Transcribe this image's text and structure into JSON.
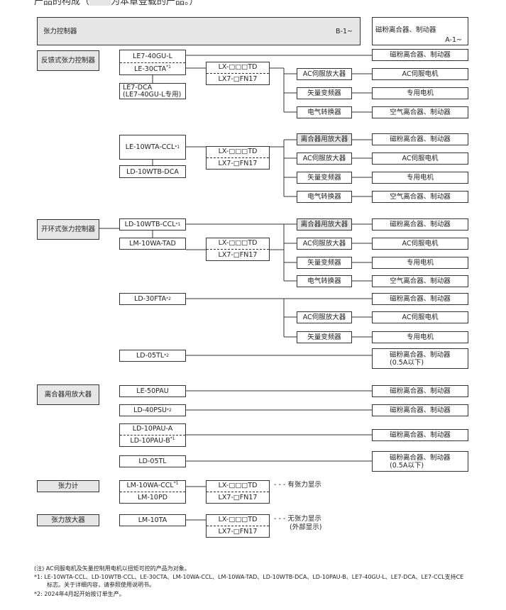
{
  "header": {
    "text_before": "产品的构成（",
    "text_after": "为本章登载的产品。）"
  },
  "top": {
    "tension_controller": "张力控制器",
    "tension_ref": "B-1~",
    "brake": "磁粉离合器、制动器",
    "brake_ref": "A-1~"
  },
  "categories": {
    "feedback": "反馈式张力控制器",
    "openloop": "开环式张力控制器",
    "clutch_amp": "离合器用放大器",
    "meter": "张力计",
    "tension_amp": "张力放大器"
  },
  "products": {
    "le7_40gu_l": "LE7-40GU-L",
    "le_30cta": "LE-30CTA",
    "le7_dca": "LE7-DCA",
    "le7_dca_note": "(LE7-40GU-L专用)",
    "le_10wta_ccl": "LE-10WTA-CCL",
    "ld_10wtb_dca": "LD-10WTB-DCA",
    "ld_10wtb_ccl": "LD-10WTB-CCL",
    "lm_10wa_tad": "LM-10WA-TAD",
    "ld_30fta": "LD-30FTA",
    "ld_05tl": "LD-05TL",
    "le_50pau": "LE-50PAU",
    "ld_40psu": "LD-40PSU",
    "ld_10pau_a": "LD-10PAU-A",
    "ld_10pau_b": "LD-10PAU-B",
    "ld_05tl_2": "LD-05TL",
    "lm_10wa_ccl": "LM-10WA-CCL",
    "lm_10pd": "LM-10PD",
    "lm_10ta": "LM-10TA"
  },
  "marks": {
    "s1": "*1",
    "s2": "*2"
  },
  "sensor": {
    "lx": "LX-□□□TD",
    "lx7": "LX7-□FN17"
  },
  "amps": {
    "clutch_amp": "离合器用放大器",
    "ac_servo": "AC伺服放大器",
    "vector": "矢量变频器",
    "ep": "电气转换器"
  },
  "outputs": {
    "brake": "磁粉离合器、制动器",
    "ac_motor": "AC伺服电机",
    "special_motor": "专用电机",
    "air_brake": "空气离合器、制动器",
    "brake_small": "磁粉离合器、制动器",
    "small_current": "(0.5A以下)"
  },
  "labels": {
    "with_display": "有张力显示",
    "no_display": "无张力显示",
    "external_display": "(外部显示)",
    "dashes": "- - -"
  },
  "notes": {
    "n0": "(注) AC伺服电机及矢量控制用电机以扭矩可控的产品为对象。",
    "n1_mark": "*1:",
    "n1_a": "LE-10WTA-CCL、LD-10WTB-CCL、LE-30CTA、LM-10WA-CCL、LM-10WA-TAD、LD-10WTB-DCA、LD-10PAU-B、LE7-40GU-L、LE7-DCA、LE7-CCL支持CE",
    "n1_b": "标志。关于详细内容，请参照使用说明书。",
    "n2_mark": "*2:",
    "n2": "2024年4月起开始按订单生产。"
  },
  "colors": {
    "line": "#333333",
    "gray": "#e6e6e6"
  }
}
